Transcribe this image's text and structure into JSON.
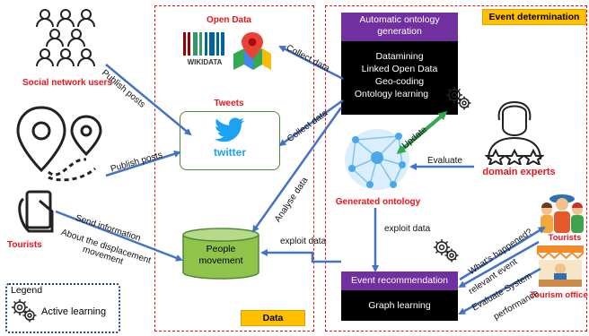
{
  "actors": {
    "social_users": "Social network users",
    "tourists_left": "Tourists",
    "domain_experts": "domain experts",
    "tourists_right": "Tourists",
    "tourism_office": "Tourism office"
  },
  "data_region": {
    "tag": "Data",
    "open_data_title": "Open Data",
    "wikidata_label": "WIKIDATA",
    "tweets_title": "Tweets",
    "twitter_label": "twitter",
    "people_movement": "People\nmovement"
  },
  "event_region": {
    "tag": "Event determination",
    "auto_ontology_header": "Automatic ontology\ngeneration",
    "auto_ontology_items": [
      "Datamining",
      "Linked Open Data",
      "Geo-coding",
      "Ontology learning"
    ],
    "generated_ontology": "Generated ontology",
    "event_rec_header": "Event recommendation",
    "event_rec_body": "Graph learning"
  },
  "arrows": {
    "publish_posts_1": "Publish posts",
    "publish_posts_2": "Publish posts",
    "send_info_1": "Send information",
    "send_info_2": "About the displacement",
    "send_info_3": "movement",
    "collect_data_1": "Collect data",
    "collect_data_2": "Collect data",
    "analyse_data": "Analyse data",
    "exploit_data_1": "exploit data",
    "exploit_data_2": "exploit data",
    "update": "Update",
    "evaluate": "Evaluate",
    "whats_happened": "What's happened?",
    "relevant_event": "relevant event",
    "evaluate_system_1": "Evaluate System",
    "evaluate_system_2": "performance"
  },
  "legend": {
    "title": "Legend",
    "item": "Active learning"
  },
  "colors": {
    "accent_red": "#e8141c",
    "arrow_blue": "#4472c4",
    "purple": "#7030a0",
    "yellow": "#ffc000",
    "green_box": "#4f8a3a",
    "update_green": "#2fa84f"
  }
}
